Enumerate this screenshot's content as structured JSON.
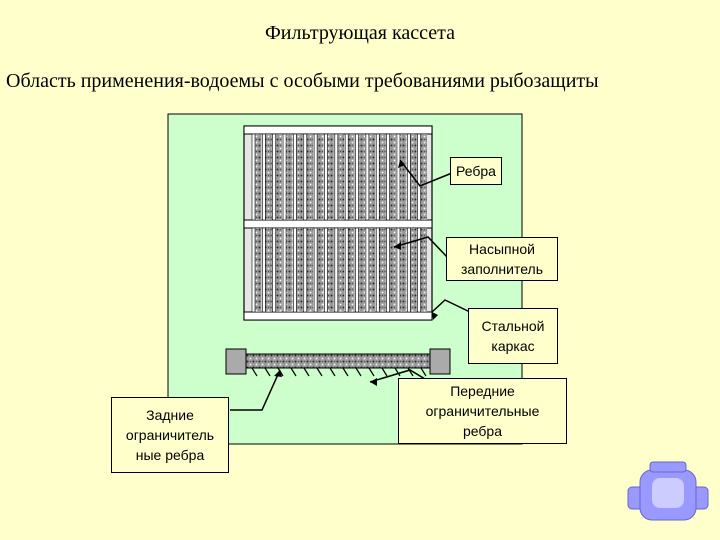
{
  "title": "Фильтрующая кассета",
  "subtitle": "Область применения-водоемы с особыми требованиями рыбозащиты",
  "labels": {
    "ribs": "Ребра",
    "fill": "Насыпной заполнитель",
    "frame": "Стальной каркас",
    "front_ribs": "Передние ограничительные ребра",
    "rear_ribs": "Задние ограничитель ные ребра"
  },
  "colors": {
    "background": "#ffffcc",
    "panel": "#ccffcc",
    "cassette": "#dddddd",
    "nav_icon": "#9999ff"
  },
  "icons": [
    "navigation-icon"
  ]
}
